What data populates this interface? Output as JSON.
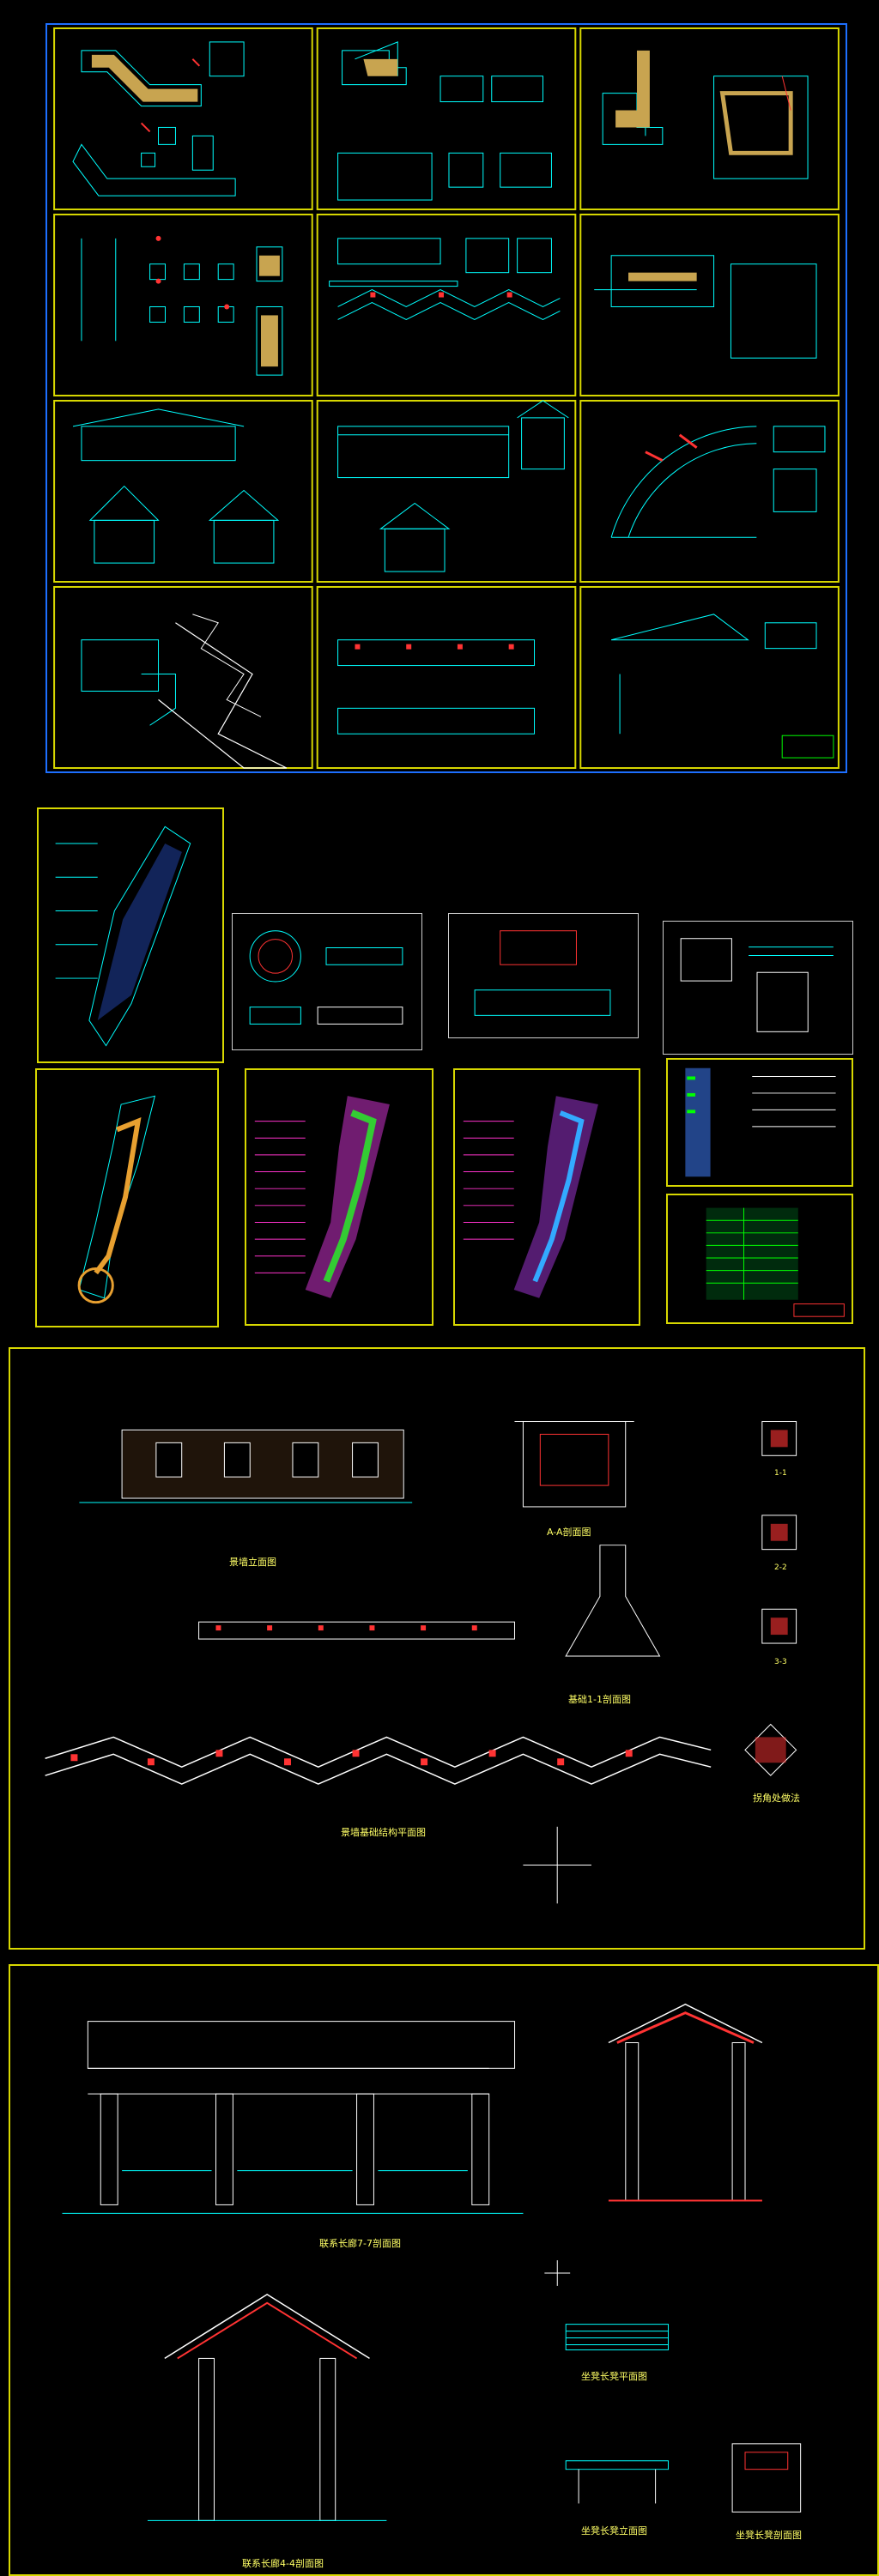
{
  "section3": {
    "elev_title": "景墙立面图",
    "section_aa_title": "A-A剖面图",
    "foundation_title": "基础1-1剖面图",
    "struct_plan_title": "景墙基础结构平面图",
    "detail_title": "拐角处做法",
    "mark_11": "1-1",
    "mark_22": "2-2",
    "mark_33": "3-3"
  },
  "section4": {
    "long_elev_title": "联系长廊7-7剖面图",
    "corridor_section_title": "联系长廊4-4剖面图",
    "bench_plan_title": "坐凳长凳平面图",
    "bench_elev_title": "坐凳长凳立面图",
    "bench_section_title": "坐凳长凳剖面图"
  }
}
